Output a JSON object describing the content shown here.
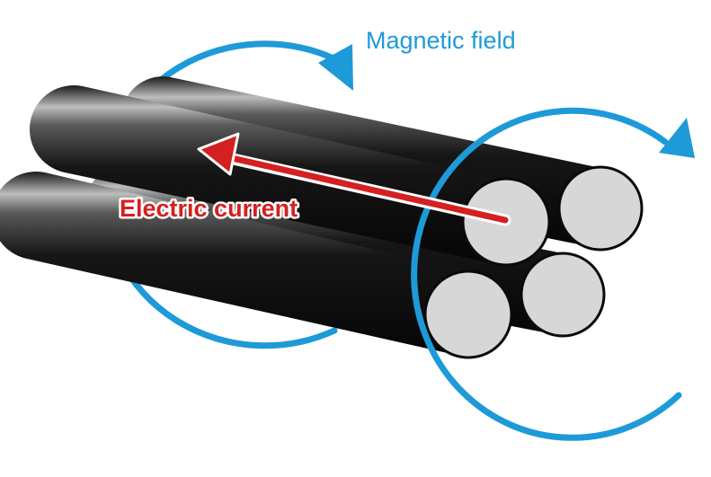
{
  "labels": {
    "magnetic_field": "Magnetic field",
    "electric_current": "Electric current"
  },
  "colors": {
    "field": "#1e9ad8",
    "current": "#d42020",
    "conductor_dark": "#111111",
    "conductor_end": "#d7d7d7"
  },
  "icons": {
    "current_arrow": "arrow-left-icon",
    "field_arrows": "arrowhead-icon"
  },
  "conductor_count": 4
}
